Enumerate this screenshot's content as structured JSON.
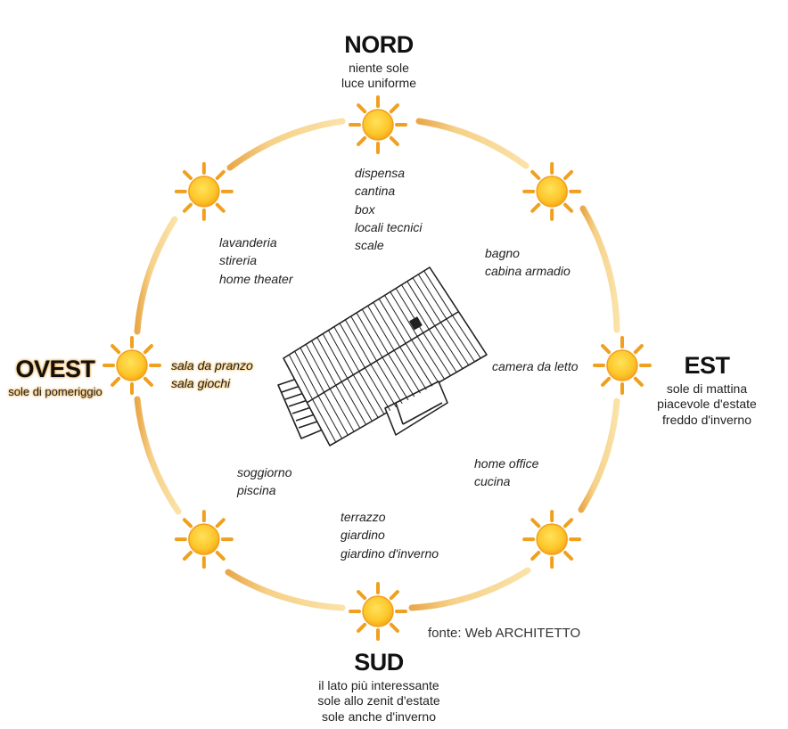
{
  "directions": {
    "north": {
      "name": "NORD",
      "lines": [
        "niente sole",
        "luce uniforme"
      ]
    },
    "east": {
      "name": "EST",
      "lines": [
        "sole di mattina",
        "piacevole d'estate",
        "freddo d'inverno"
      ]
    },
    "south": {
      "name": "SUD",
      "lines": [
        "il lato più interessante",
        "sole allo zenit d'estate",
        "sole anche d'inverno"
      ]
    },
    "west": {
      "name": "OVEST",
      "lines": [
        "sole di pomeriggio"
      ]
    }
  },
  "rooms": {
    "north": [
      "dispensa",
      "cantina",
      "box",
      "locali tecnici",
      "scale"
    ],
    "northwest": [
      "lavanderia",
      "stireria",
      "home theater"
    ],
    "northeast": [
      "bagno",
      "cabina armadio"
    ],
    "east": [
      "camera da letto"
    ],
    "west": [
      "sala da pranzo",
      "sala giochi"
    ],
    "southeast": [
      "home office",
      "cucina"
    ],
    "southwest": [
      "soggiorno",
      "piscina"
    ],
    "south": [
      "terrazzo",
      "giardino",
      "giardino d'inverno"
    ]
  },
  "source": "fonte: Web ARCHITETTO",
  "colors": {
    "sun_fill": "#fdc82a",
    "sun_stroke": "#f0a020",
    "ring_light": "#f9dc9a",
    "ring_dark": "#eeb45c"
  }
}
